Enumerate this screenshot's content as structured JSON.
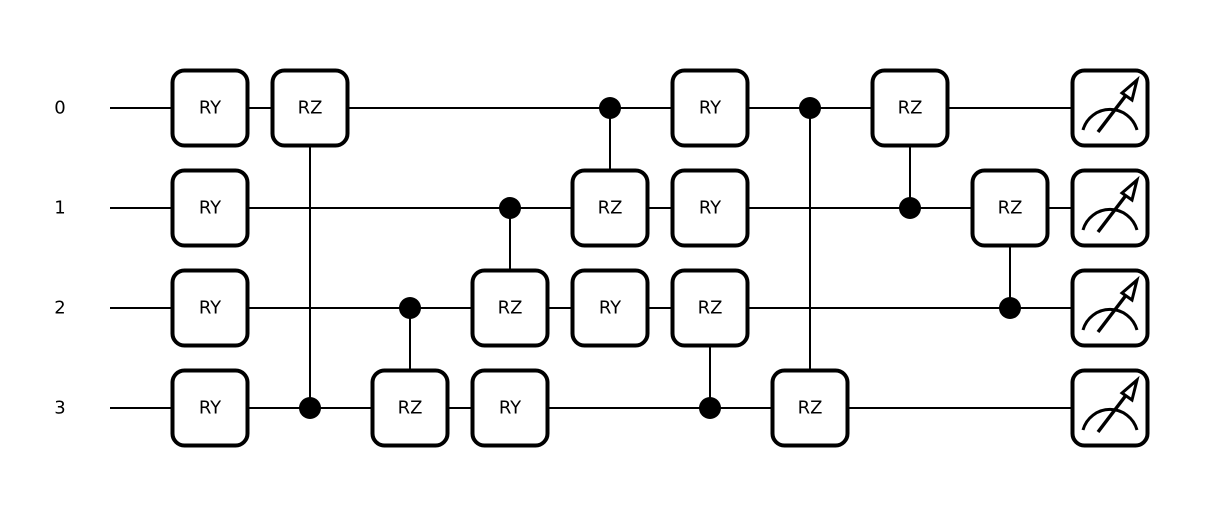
{
  "diagram": {
    "type": "quantum-circuit",
    "wires": [
      "0",
      "1",
      "2",
      "3"
    ],
    "colors": {
      "line": "#000000",
      "gate_fill": "#ffffff",
      "background": "#ffffff"
    },
    "operations": [
      {
        "kind": "gate",
        "label": "RY",
        "layer": 1,
        "wire": 0
      },
      {
        "kind": "gate",
        "label": "RY",
        "layer": 1,
        "wire": 1
      },
      {
        "kind": "gate",
        "label": "RY",
        "layer": 1,
        "wire": 2
      },
      {
        "kind": "gate",
        "label": "RY",
        "layer": 1,
        "wire": 3
      },
      {
        "kind": "controlled",
        "label": "RZ",
        "layer": 2,
        "control": 3,
        "target": 0
      },
      {
        "kind": "controlled",
        "label": "RZ",
        "layer": 3,
        "control": 2,
        "target": 3
      },
      {
        "kind": "controlled",
        "label": "RZ",
        "layer": 4,
        "control": 1,
        "target": 2
      },
      {
        "kind": "gate",
        "label": "RY",
        "layer": 4,
        "wire": 3
      },
      {
        "kind": "controlled",
        "label": "RZ",
        "layer": 5,
        "control": 0,
        "target": 1
      },
      {
        "kind": "gate",
        "label": "RY",
        "layer": 5,
        "wire": 2
      },
      {
        "kind": "gate",
        "label": "RY",
        "layer": 6,
        "wire": 0
      },
      {
        "kind": "gate",
        "label": "RY",
        "layer": 6,
        "wire": 1
      },
      {
        "kind": "controlled",
        "label": "RZ",
        "layer": 6,
        "control": 3,
        "target": 2
      },
      {
        "kind": "controlled",
        "label": "RZ",
        "layer": 7,
        "control": 0,
        "target": 3
      },
      {
        "kind": "controlled",
        "label": "RZ",
        "layer": 8,
        "control": 1,
        "target": 0
      },
      {
        "kind": "controlled",
        "label": "RZ",
        "layer": 9,
        "control": 2,
        "target": 1
      },
      {
        "kind": "measure",
        "layer": 10,
        "wire": 0
      },
      {
        "kind": "measure",
        "layer": 10,
        "wire": 1
      },
      {
        "kind": "measure",
        "layer": 10,
        "wire": 2
      },
      {
        "kind": "measure",
        "layer": 10,
        "wire": 3
      }
    ]
  }
}
